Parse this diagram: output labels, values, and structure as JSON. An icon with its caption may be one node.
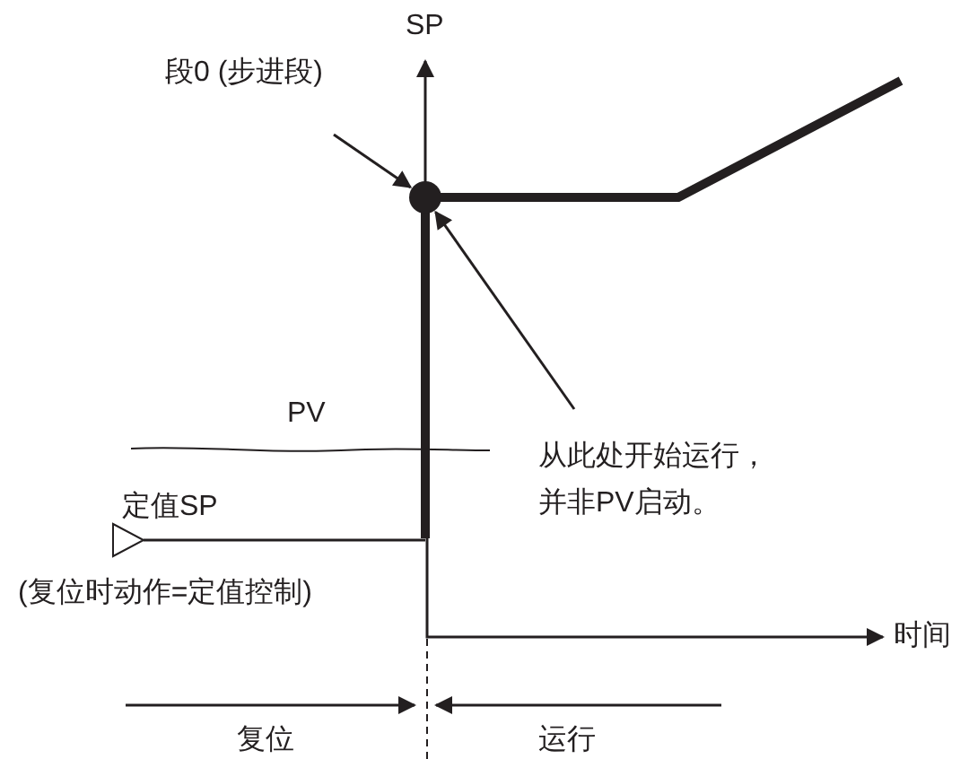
{
  "diagram": {
    "nodes": [
      {
        "text": [
          "段0 (步进段)"
        ]
      },
      {
        "text": [],
        "shape": "circle"
      },
      {
        "text": [
          "从此处开始运行，并非PV启动。"
        ]
      }
    ],
    "edges": [
      {
        "from": 0,
        "to": 1,
        "arrow": "to"
      },
      {
        "from": 2,
        "to": 1,
        "arrow": "to"
      }
    ],
    "labels": [
      "SP",
      "PV",
      "定值SP",
      "(复位时动作=定值控制)",
      "时间",
      "复位",
      "运行"
    ]
  }
}
